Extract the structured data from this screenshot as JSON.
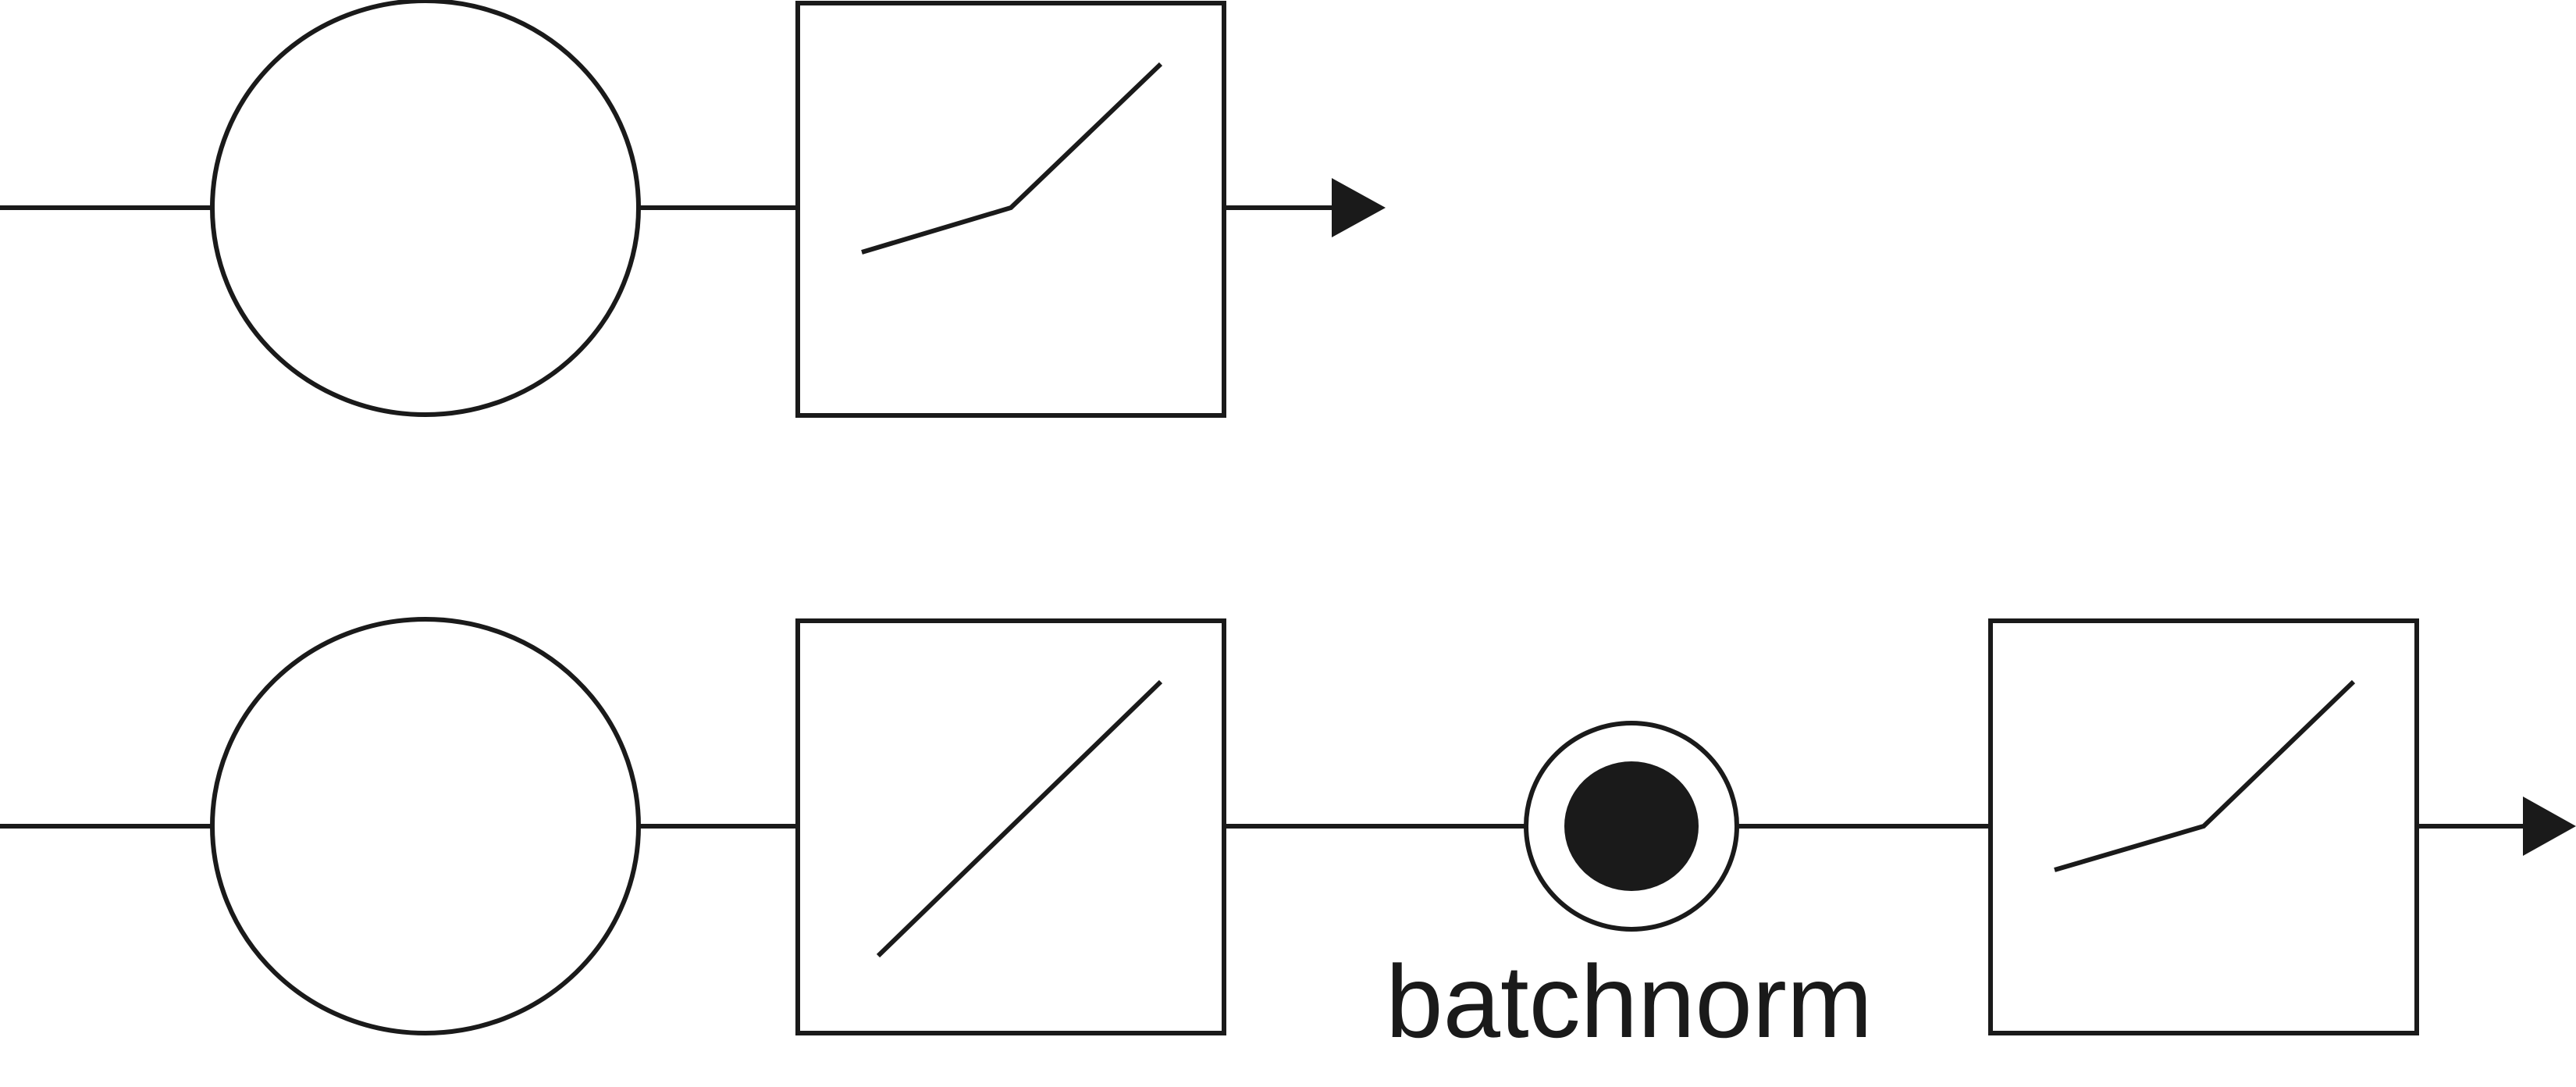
{
  "diagram": {
    "stroke_color": "#1a1a1a",
    "background": "#ffffff",
    "rows": [
      {
        "name": "plain-neuron",
        "nodes": [
          "summation-node",
          "relu-activation-box",
          "output-arrow"
        ]
      },
      {
        "name": "batchnorm-neuron",
        "nodes": [
          "summation-node",
          "linear-activation-box",
          "batchnorm-node",
          "relu-activation-box",
          "output-arrow"
        ]
      }
    ],
    "batchnorm_label": "batchnorm"
  }
}
